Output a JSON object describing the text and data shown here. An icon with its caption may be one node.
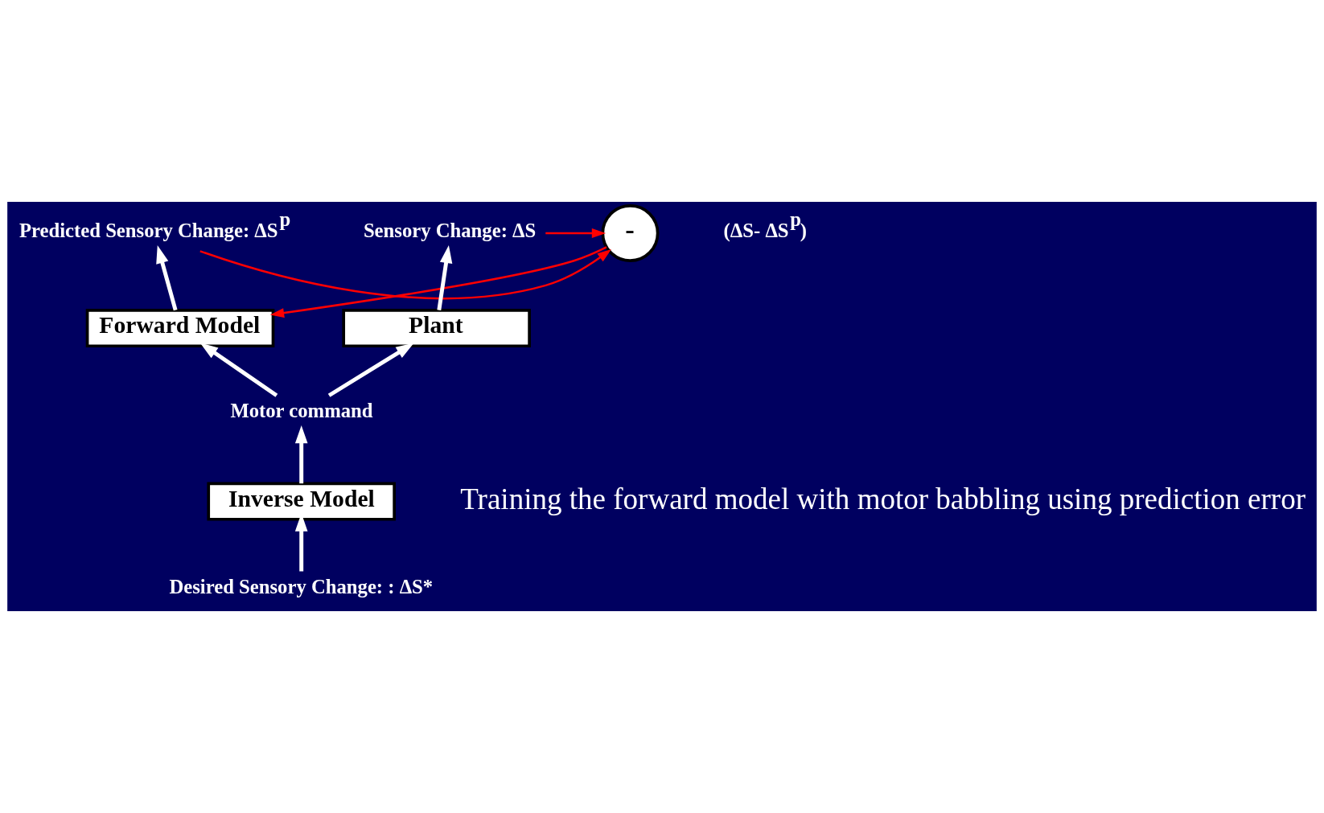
{
  "diagram": {
    "nodes": [
      {
        "text": [
          "Predicted Sensory Change: ΔS$^{p}$"
        ]
      },
      {
        "text": [
          "Sensory Change: ΔS"
        ]
      },
      {
        "text": [
          "-"
        ]
      },
      {
        "text": [
          "Forward Model"
        ]
      },
      {
        "text": [
          "Plant"
        ]
      },
      {
        "text": [
          "Motor command"
        ]
      },
      {
        "text": [
          "Inverse Model"
        ]
      },
      {
        "text": [
          "Desired Sensory Change: : ΔS*"
        ]
      }
    ],
    "edges": [
      {
        "from": 7,
        "to": 6,
        "arrow": "to"
      },
      {
        "from": 6,
        "to": 5,
        "arrow": "to"
      },
      {
        "from": 5,
        "to": 3,
        "arrow": "to"
      },
      {
        "from": 5,
        "to": 4,
        "arrow": "to"
      },
      {
        "from": 3,
        "to": 0,
        "arrow": "to"
      },
      {
        "from": 4,
        "to": 1,
        "arrow": "to"
      },
      {
        "from": 0,
        "to": 2,
        "arrow": "to",
        "color": "#ff0000"
      },
      {
        "from": 1,
        "to": 2,
        "arrow": "to",
        "color": "#ff0000"
      },
      {
        "from": 2,
        "to": 3,
        "arrow": "to",
        "color": "#ff0000"
      }
    ],
    "labels": [
      "(ΔS- ΔS$^{p}$)",
      "Training the forward model with motor babbling using prediction error"
    ]
  }
}
